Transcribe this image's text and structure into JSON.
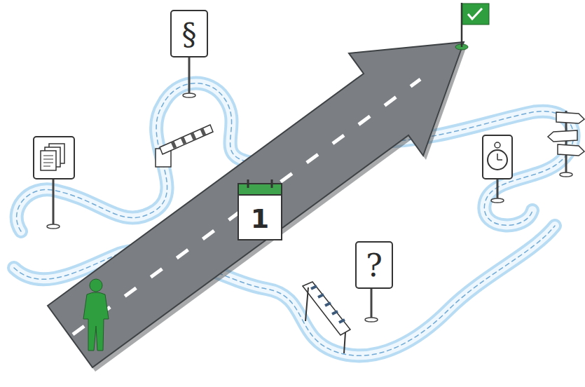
{
  "diagram": {
    "labels": [
      "§",
      "1",
      "?"
    ]
  }
}
